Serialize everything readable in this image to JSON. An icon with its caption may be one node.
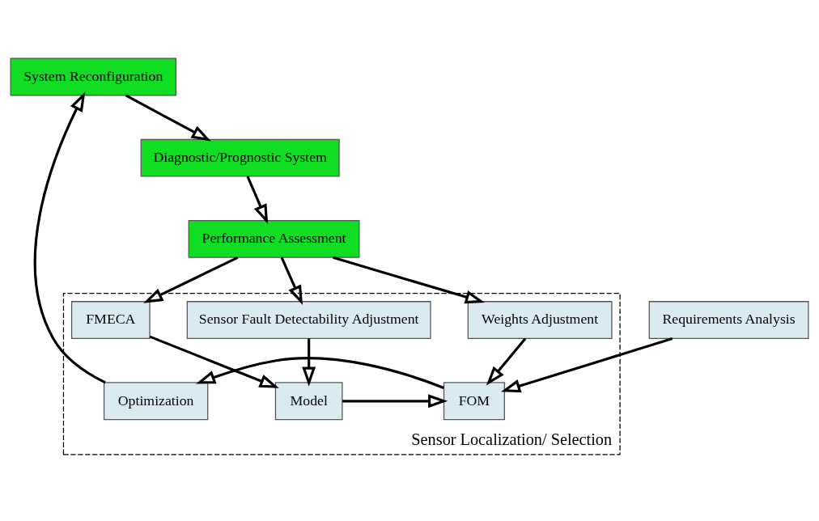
{
  "diagram": {
    "nodes": [
      {
        "text": [
          "Sensor Localization/ Selection"
        ]
      },
      {
        "text": [
          "Requirements Analysis"
        ]
      },
      {
        "text": [
          "FMECA"
        ],
        "in": 0
      },
      {
        "text": [
          "Model"
        ],
        "in": 0
      },
      {
        "text": [
          "FOM"
        ],
        "in": 0
      },
      {
        "text": [
          "Optimization"
        ],
        "in": 0
      },
      {
        "text": [
          "Sensor Fault Detectability Adjustment"
        ],
        "in": 0
      },
      {
        "text": [
          "Weights Adjustment"
        ],
        "in": 0
      },
      {
        "text": [
          "System Reconfiguration"
        ]
      },
      {
        "text": [
          "Diagnostic/Prognostic System"
        ]
      },
      {
        "text": [
          "Performance Assessment"
        ]
      }
    ],
    "edges": [
      {
        "from": 2,
        "to": 3,
        "arrow": "to"
      },
      {
        "from": 3,
        "to": 4,
        "arrow": "to"
      },
      {
        "from": 4,
        "to": 5,
        "arrow": "to"
      },
      {
        "from": 5,
        "to": 8,
        "arrow": "to"
      },
      {
        "from": 1,
        "to": 4,
        "arrow": "to"
      },
      {
        "from": 6,
        "to": 3,
        "arrow": "to"
      },
      {
        "from": 7,
        "to": 4,
        "arrow": "to"
      },
      {
        "from": 8,
        "to": 9,
        "arrow": "to"
      },
      {
        "from": 9,
        "to": 10,
        "arrow": "to"
      },
      {
        "from": 10,
        "to": 2,
        "arrow": "to"
      },
      {
        "from": 10,
        "to": 6,
        "arrow": "to"
      },
      {
        "from": 10,
        "to": 7,
        "arrow": "to"
      }
    ]
  }
}
